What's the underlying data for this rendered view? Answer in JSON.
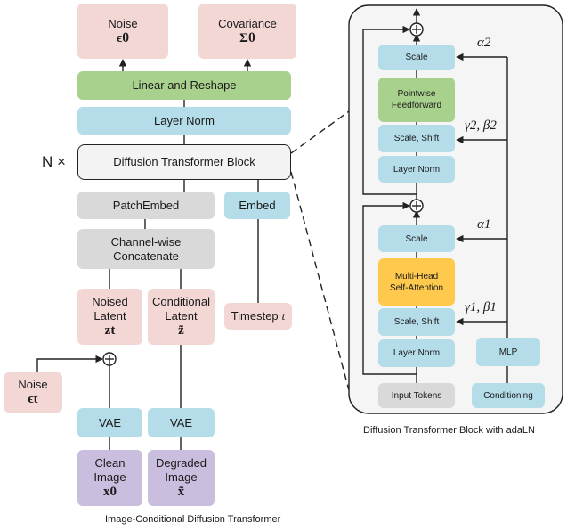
{
  "left": {
    "noise_out": {
      "label": "Noise",
      "symbol": "ϵθ"
    },
    "covariance": {
      "label": "Covariance",
      "symbol": "Σθ"
    },
    "linear_reshape": "Linear and Reshape",
    "layer_norm": "Layer Norm",
    "repeat": "N ×",
    "dit_block": "Diffusion Transformer Block",
    "patch_embed": "PatchEmbed",
    "embed": "Embed",
    "concat": {
      "line1": "Channel-wise",
      "line2": "Concatenate"
    },
    "noised_latent": {
      "line1": "Noised",
      "line2": "Latent",
      "symbol": "zt"
    },
    "conditional_latent": {
      "line1": "Conditional",
      "line2": "Latent",
      "symbol": "z̃"
    },
    "timestep": {
      "label": "Timestep",
      "symbol": "t"
    },
    "noise_in": {
      "label": "Noise",
      "symbol": "ϵt"
    },
    "vae_left": "VAE",
    "vae_right": "VAE",
    "clean_image": {
      "line1": "Clean",
      "line2": "Image",
      "symbol": "x0"
    },
    "degraded_image": {
      "line1": "Degraded",
      "line2": "Image",
      "symbol": "x̃"
    },
    "caption": "Image-Conditional Diffusion Transformer"
  },
  "right": {
    "scale_top": "Scale",
    "pointwise": {
      "line1": "Pointwise",
      "line2": "Feedforward"
    },
    "scale_shift_top": "Scale, Shift",
    "layer_norm_top": "Layer Norm",
    "scale_bottom": "Scale",
    "mhsa": {
      "line1": "Multi-Head",
      "line2": "Self-Attention"
    },
    "scale_shift_bottom": "Scale, Shift",
    "layer_norm_bottom": "Layer Norm",
    "mlp": "MLP",
    "input_tokens": "Input Tokens",
    "conditioning": "Conditioning",
    "alpha2": "α2",
    "gb2": "γ2, β2",
    "alpha1": "α1",
    "gb1": "γ1, β1",
    "caption": "Diffusion Transformer Block with adaLN"
  },
  "colors": {
    "pink": "#f2d7d5",
    "green": "#a9d18e",
    "blue": "#b4dde9",
    "gray": "#d9d9d9",
    "purple": "#c9bedd",
    "orange": "#ffc94d"
  }
}
